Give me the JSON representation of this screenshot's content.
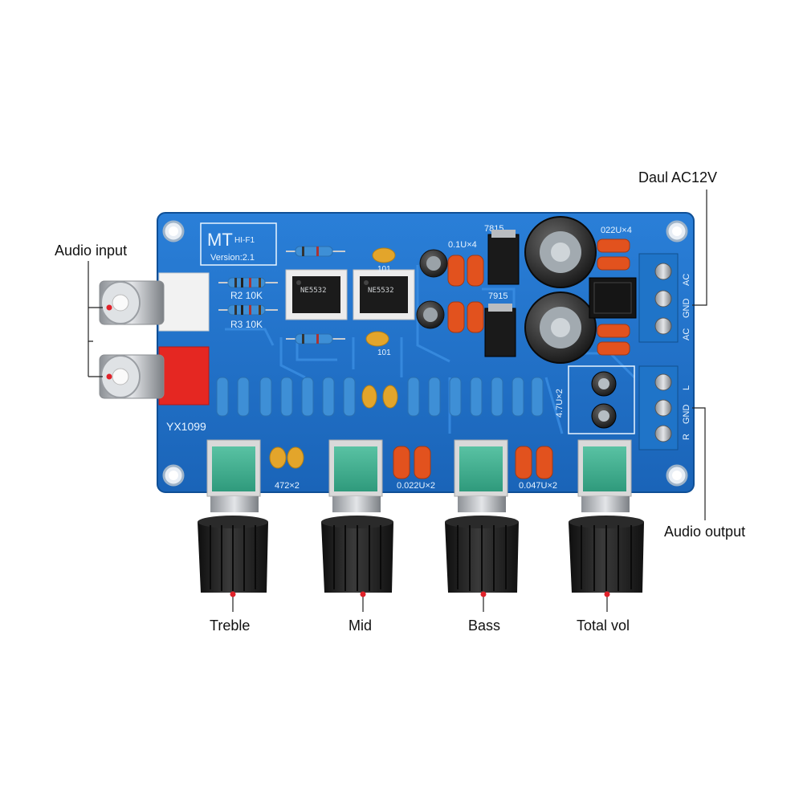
{
  "callouts": {
    "dual_ac": "Daul AC12V",
    "audio_input": "Audio input",
    "audio_output": "Audio output",
    "treble": "Treble",
    "mid": "Mid",
    "bass": "Bass",
    "total_vol": "Total vol"
  },
  "board": {
    "logo_main": "MT",
    "logo_sub": "HI-F1",
    "version": "Version:2.1",
    "model": "YX1099",
    "r2_label": "R2 10K",
    "r3_label": "R3 10K",
    "reg_7815": "7815",
    "reg_7915": "7915",
    "cap_top": "0.1U×4",
    "cap_022": "022U×4",
    "cap_472": "472×2",
    "cap_0022": "0.022U×2",
    "cap_0047": "0.047U×2",
    "cap_47u": "4.7U×2",
    "chip1": "NE5532",
    "chip2": "NE5532",
    "cap_101a": "101",
    "cap_101b": "101",
    "term_ac_a": "AC",
    "term_gnd_a": "GND",
    "term_ac_b": "AC",
    "term_l": "L",
    "term_gnd_b": "GND",
    "term_r": "R"
  },
  "colors": {
    "pcb": "#1e6fc9",
    "pcb_dark": "#135aa8",
    "terminal": "#1f74c8",
    "knob": "#1c1c1c",
    "pot": "#3fae90",
    "rca_red": "#e52722",
    "callout_dot": "#e0222a"
  }
}
